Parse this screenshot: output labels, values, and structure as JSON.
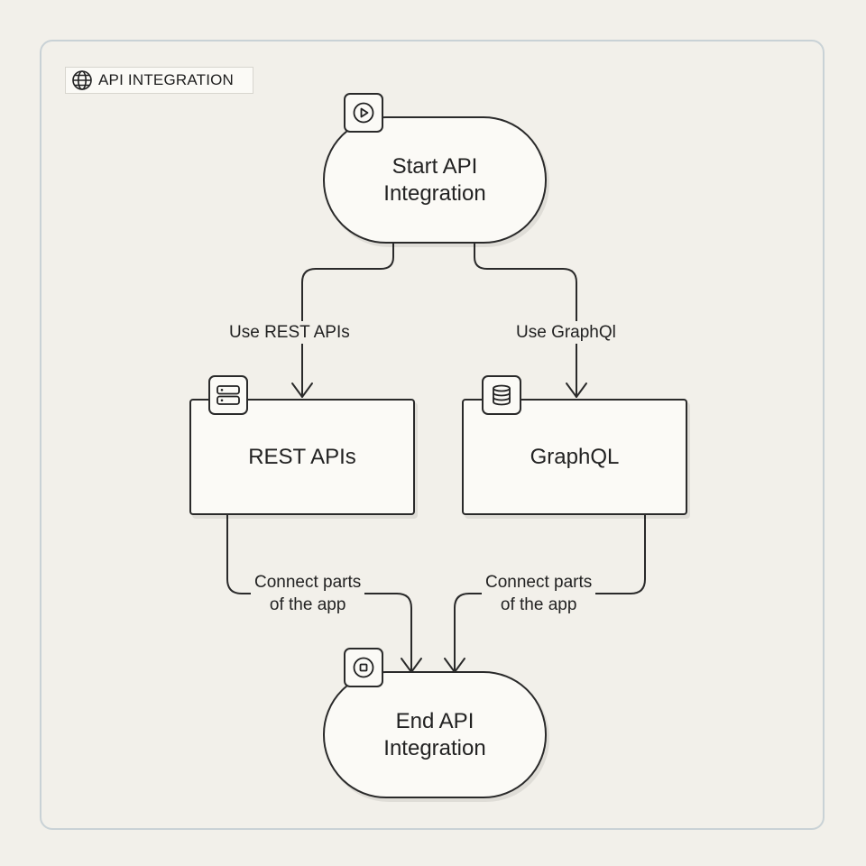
{
  "header": {
    "title": "API INTEGRATION",
    "icon": "globe-icon"
  },
  "nodes": {
    "start": {
      "label": "Start API\nIntegration",
      "icon": "play-icon"
    },
    "rest": {
      "label": "REST APIs",
      "icon": "server-icon"
    },
    "graphql": {
      "label": "GraphQL",
      "icon": "database-icon"
    },
    "end": {
      "label": "End API\nIntegration",
      "icon": "stop-icon"
    }
  },
  "edges": {
    "start_to_rest": "Use REST APIs",
    "start_to_graphql": "Use GraphQl",
    "rest_to_end": "Connect parts\nof the app",
    "graphql_to_end": "Connect parts\nof the app"
  },
  "colors": {
    "background": "#f2f0ea",
    "node_fill": "#fbfaf6",
    "stroke": "#2a2a2a",
    "frame": "#c9d2d6"
  }
}
